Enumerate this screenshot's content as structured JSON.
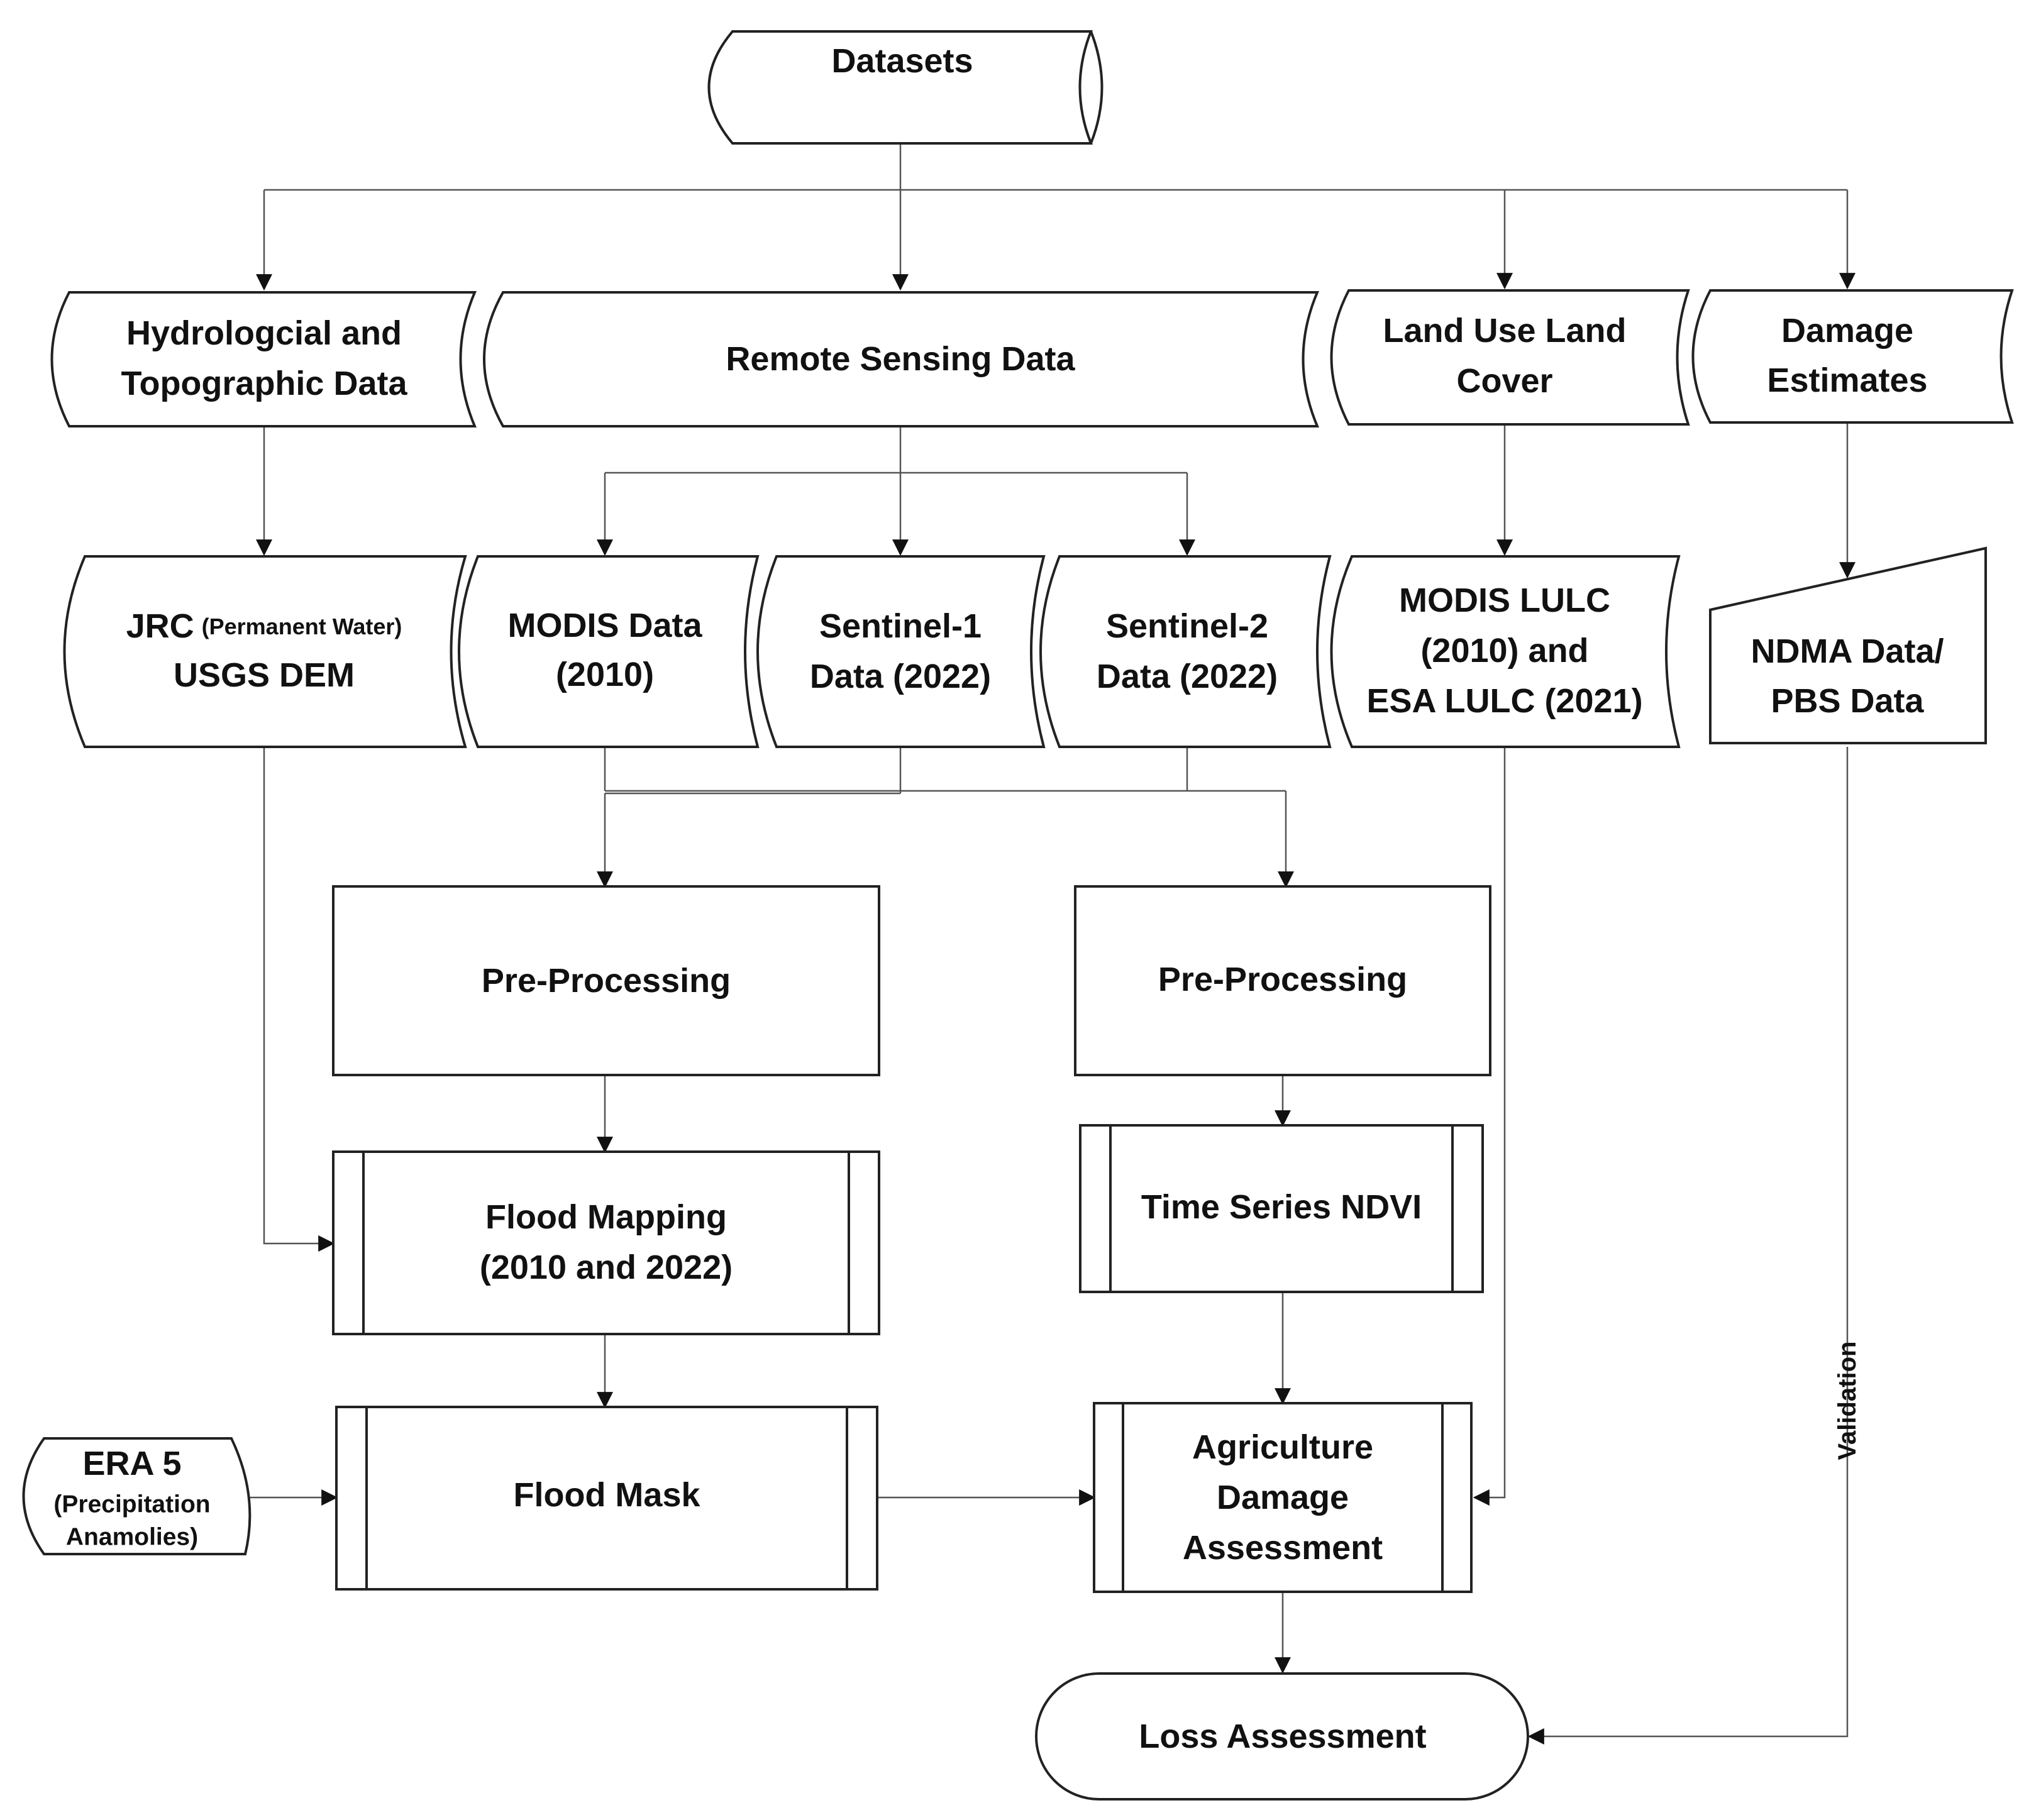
{
  "nodes": {
    "datasets": {
      "label": "Datasets"
    },
    "hydro": {
      "line1": "Hydrologcial and",
      "line2": "Topographic Data"
    },
    "remote": {
      "label": "Remote Sensing Data"
    },
    "lulc": {
      "line1": "Land Use Land",
      "line2": "Cover"
    },
    "damage_est": {
      "line1": "Damage",
      "line2": "Estimates"
    },
    "jrc": {
      "main": "JRC",
      "note": "(Permanent Water)",
      "line2": "USGS DEM"
    },
    "modis": {
      "line1": "MODIS Data",
      "line2": "(2010)"
    },
    "s1": {
      "line1": "Sentinel-1",
      "line2": "Data (2022)"
    },
    "s2": {
      "line1": "Sentinel-2",
      "line2": "Data (2022)"
    },
    "modis_lulc": {
      "line1": "MODIS LULC",
      "line2": "(2010) and",
      "line3": "ESA LULC (2021)"
    },
    "ndma": {
      "line1": "NDMA Data/",
      "line2": "PBS Data"
    },
    "preproc_left": {
      "label": "Pre-Processing"
    },
    "preproc_right": {
      "label": "Pre-Processing"
    },
    "flood_mapping": {
      "line1": "Flood Mapping",
      "line2": "(2010 and 2022)"
    },
    "ndvi": {
      "label": "Time Series NDVI"
    },
    "era5": {
      "line1": "ERA 5",
      "line2": "(Precipitation",
      "line3": "Anamolies)"
    },
    "flood_mask": {
      "label": "Flood Mask"
    },
    "agri": {
      "line1": "Agriculture",
      "line2": "Damage",
      "line3": "Assessment"
    },
    "loss": {
      "label": "Loss Assessment"
    }
  },
  "edges": {
    "validation": "Validation"
  },
  "colors": {
    "stroke": "#222222",
    "connector": "#555555",
    "text": "#111111",
    "fill": "#ffffff"
  }
}
